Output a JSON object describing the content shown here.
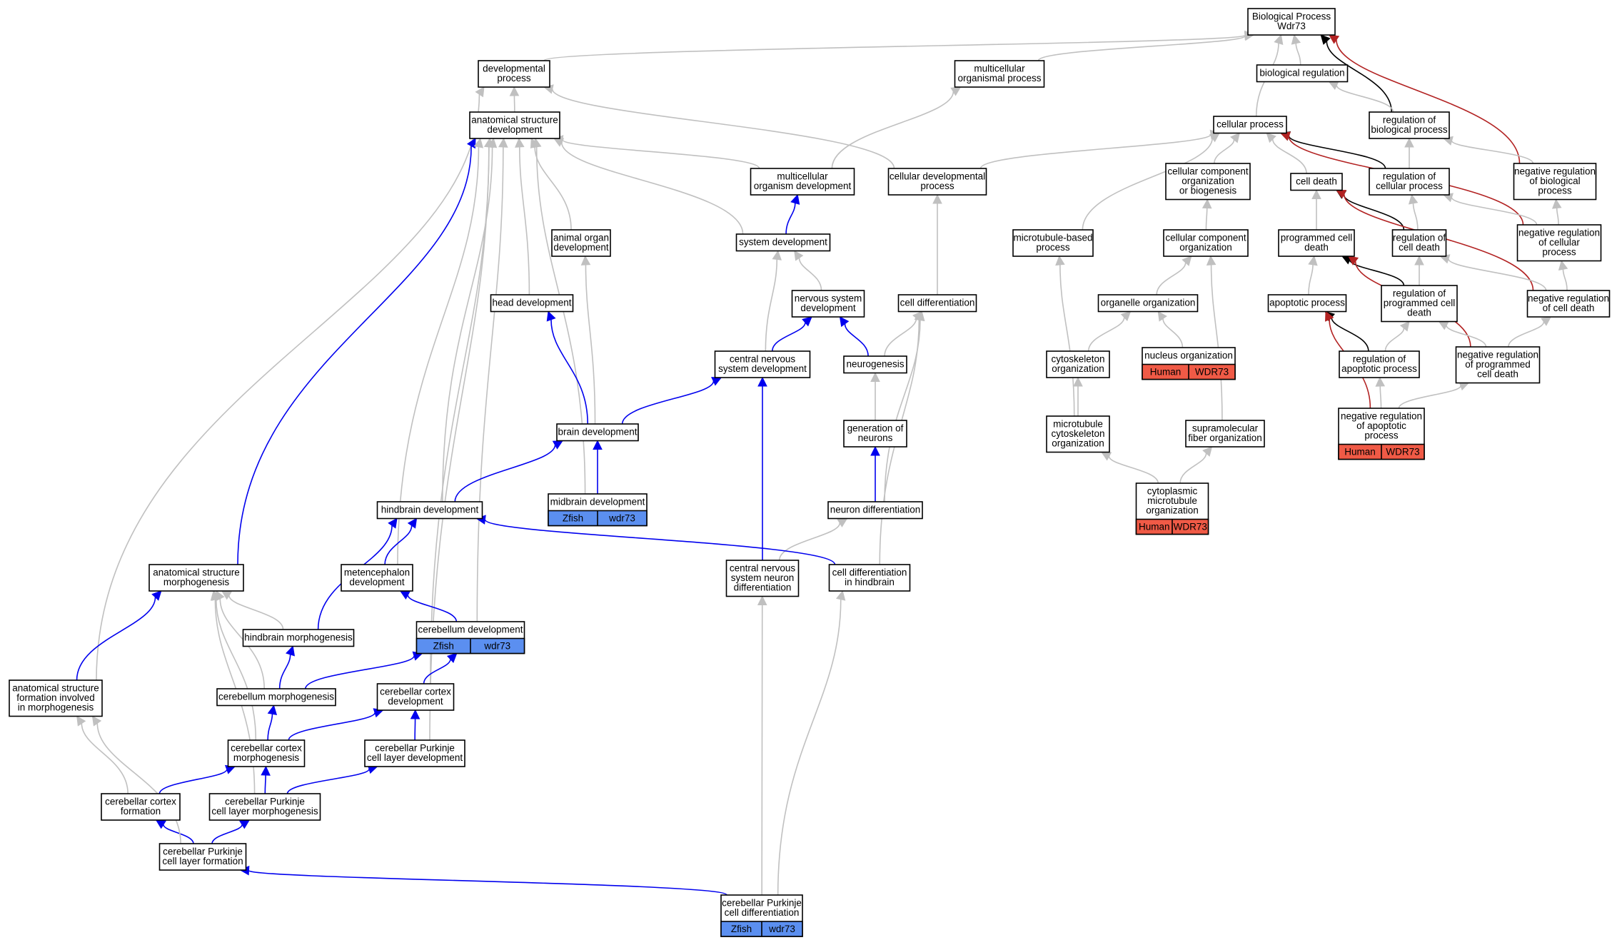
{
  "colors": {
    "is_a": "#c0c0c0",
    "part_of": "#0000ee",
    "regulates": "#000000",
    "negatively_regulates": "#b22222",
    "zfish": "#5b8ff0",
    "human": "#f05a46"
  },
  "nodes": [
    {
      "id": "bp",
      "lines": [
        "Biological Process",
        "Wdr73"
      ]
    },
    {
      "id": "devproc",
      "lines": [
        "developmental",
        "process"
      ]
    },
    {
      "id": "multiorg",
      "lines": [
        "multicellular",
        "organismal process"
      ]
    },
    {
      "id": "bioreg",
      "lines": [
        "biological regulation"
      ]
    },
    {
      "id": "anatdev",
      "lines": [
        "anatomical structure",
        "development"
      ]
    },
    {
      "id": "cellproc",
      "lines": [
        "cellular process"
      ]
    },
    {
      "id": "regbio",
      "lines": [
        "regulation of",
        "biological process"
      ]
    },
    {
      "id": "multidev",
      "lines": [
        "multicellular",
        "organism development"
      ]
    },
    {
      "id": "celldevproc",
      "lines": [
        "cellular developmental",
        "process"
      ]
    },
    {
      "id": "ccob",
      "lines": [
        "cellular component",
        "organization",
        "or biogenesis"
      ]
    },
    {
      "id": "celldeath",
      "lines": [
        "cell death"
      ]
    },
    {
      "id": "regcell",
      "lines": [
        "regulation of",
        "cellular process"
      ]
    },
    {
      "id": "negregbio",
      "lines": [
        "negative regulation",
        "of biological",
        "process"
      ]
    },
    {
      "id": "animorg",
      "lines": [
        "animal organ",
        "development"
      ]
    },
    {
      "id": "sysdev",
      "lines": [
        "system development"
      ]
    },
    {
      "id": "mtproc",
      "lines": [
        "microtubule-based",
        "process"
      ]
    },
    {
      "id": "ccorg",
      "lines": [
        "cellular component",
        "organization"
      ]
    },
    {
      "id": "pcd",
      "lines": [
        "programmed cell",
        "death"
      ]
    },
    {
      "id": "regcd",
      "lines": [
        "regulation of",
        "cell death"
      ]
    },
    {
      "id": "negregcell",
      "lines": [
        "negative regulation",
        "of cellular",
        "process"
      ]
    },
    {
      "id": "headdev",
      "lines": [
        "head development"
      ]
    },
    {
      "id": "nsdev",
      "lines": [
        "nervous system",
        "development"
      ]
    },
    {
      "id": "celldiff",
      "lines": [
        "cell differentiation"
      ]
    },
    {
      "id": "orgorg",
      "lines": [
        "organelle organization"
      ]
    },
    {
      "id": "apop",
      "lines": [
        "apoptotic process"
      ]
    },
    {
      "id": "regpcd",
      "lines": [
        "regulation of",
        "programmed cell",
        "death"
      ]
    },
    {
      "id": "negregcd",
      "lines": [
        "negative regulation",
        "of cell death"
      ]
    },
    {
      "id": "cnsdev",
      "lines": [
        "central nervous",
        "system development"
      ]
    },
    {
      "id": "neurog",
      "lines": [
        "neurogenesis"
      ]
    },
    {
      "id": "cytoorg",
      "lines": [
        "cytoskeleton",
        "organization"
      ]
    },
    {
      "id": "nucorg",
      "lines": [
        "nucleus organization"
      ],
      "ann": [
        "Human",
        "WDR73"
      ],
      "ann_color": "human"
    },
    {
      "id": "regapop",
      "lines": [
        "regulation of",
        "apoptotic process"
      ]
    },
    {
      "id": "negregpcd",
      "lines": [
        "negative regulation",
        "of programmed",
        "cell death"
      ]
    },
    {
      "id": "braindev",
      "lines": [
        "brain development"
      ]
    },
    {
      "id": "genneur",
      "lines": [
        "generation of",
        "neurons"
      ]
    },
    {
      "id": "mtcyto",
      "lines": [
        "microtubule",
        "cytoskeleton",
        "organization"
      ]
    },
    {
      "id": "supfib",
      "lines": [
        "supramolecular",
        "fiber organization"
      ]
    },
    {
      "id": "negregapop",
      "lines": [
        "negative regulation",
        "of apoptotic",
        "process"
      ],
      "ann": [
        "Human",
        "WDR73"
      ],
      "ann_color": "human"
    },
    {
      "id": "hbdev",
      "lines": [
        "hindbrain development"
      ]
    },
    {
      "id": "mbdev",
      "lines": [
        "midbrain development"
      ],
      "ann": [
        "Zfish",
        "wdr73"
      ],
      "ann_color": "zfish"
    },
    {
      "id": "neurdiff",
      "lines": [
        "neuron differentiation"
      ]
    },
    {
      "id": "cytomt",
      "lines": [
        "cytoplasmic",
        "microtubule",
        "organization"
      ],
      "ann": [
        "Human",
        "WDR73"
      ],
      "ann_color": "human"
    },
    {
      "id": "anatmorph",
      "lines": [
        "anatomical structure",
        "morphogenesis"
      ]
    },
    {
      "id": "metdev",
      "lines": [
        "metencephalon",
        "development"
      ]
    },
    {
      "id": "cnsneur",
      "lines": [
        "central nervous",
        "system neuron",
        "differentiation"
      ]
    },
    {
      "id": "celldiffhb",
      "lines": [
        "cell differentiation",
        "in hindbrain"
      ]
    },
    {
      "id": "cbdev",
      "lines": [
        "cerebellum development"
      ],
      "ann": [
        "Zfish",
        "wdr73"
      ],
      "ann_color": "zfish"
    },
    {
      "id": "hbmorph",
      "lines": [
        "hindbrain morphogenesis"
      ]
    },
    {
      "id": "anatform",
      "lines": [
        "anatomical structure",
        "formation involved",
        "in morphogenesis"
      ]
    },
    {
      "id": "cbmorph",
      "lines": [
        "cerebellum morphogenesis"
      ]
    },
    {
      "id": "cbcdev",
      "lines": [
        "cerebellar cortex",
        "development"
      ]
    },
    {
      "id": "cbcmorph",
      "lines": [
        "cerebellar cortex",
        "morphogenesis"
      ]
    },
    {
      "id": "cpldev",
      "lines": [
        "cerebellar Purkinje",
        "cell layer development"
      ]
    },
    {
      "id": "cbcform",
      "lines": [
        "cerebellar cortex",
        "formation"
      ]
    },
    {
      "id": "cplmorph",
      "lines": [
        "cerebellar Purkinje",
        "cell layer morphogenesis"
      ]
    },
    {
      "id": "cplform",
      "lines": [
        "cerebellar Purkinje",
        "cell layer formation"
      ]
    },
    {
      "id": "cpcdiff",
      "lines": [
        "cerebellar Purkinje",
        "cell differentiation"
      ],
      "ann": [
        "Zfish",
        "wdr73"
      ],
      "ann_color": "zfish"
    }
  ],
  "edges": [
    {
      "from": "devproc",
      "to": "bp",
      "rel": "is_a"
    },
    {
      "from": "multiorg",
      "to": "bp",
      "rel": "is_a"
    },
    {
      "from": "bioreg",
      "to": "bp",
      "rel": "is_a"
    },
    {
      "from": "cellproc",
      "to": "bp",
      "rel": "is_a"
    },
    {
      "from": "regbio",
      "to": "bp",
      "rel": "regulates"
    },
    {
      "from": "negregbio",
      "to": "bp",
      "rel": "negatively_regulates"
    },
    {
      "from": "regbio",
      "to": "bioreg",
      "rel": "is_a"
    },
    {
      "from": "anatdev",
      "to": "devproc",
      "rel": "is_a"
    },
    {
      "from": "celldevproc",
      "to": "devproc",
      "rel": "is_a"
    },
    {
      "from": "anatform",
      "to": "devproc",
      "rel": "is_a"
    },
    {
      "from": "multidev",
      "to": "multiorg",
      "rel": "is_a"
    },
    {
      "from": "multidev",
      "to": "anatdev",
      "rel": "is_a"
    },
    {
      "from": "sysdev",
      "to": "multidev",
      "rel": "part_of"
    },
    {
      "from": "sysdev",
      "to": "anatdev",
      "rel": "is_a"
    },
    {
      "from": "animorg",
      "to": "anatdev",
      "rel": "is_a"
    },
    {
      "from": "headdev",
      "to": "anatdev",
      "rel": "is_a"
    },
    {
      "from": "anatmorph",
      "to": "anatdev",
      "rel": "part_of"
    },
    {
      "from": "hbdev",
      "to": "anatdev",
      "rel": "is_a"
    },
    {
      "from": "metdev",
      "to": "anatdev",
      "rel": "is_a"
    },
    {
      "from": "mbdev",
      "to": "anatdev",
      "rel": "is_a"
    },
    {
      "from": "cbdev",
      "to": "anatdev",
      "rel": "is_a"
    },
    {
      "from": "cbcdev",
      "to": "anatdev",
      "rel": "is_a"
    },
    {
      "from": "cpldev",
      "to": "anatdev",
      "rel": "is_a"
    },
    {
      "from": "celldevproc",
      "to": "cellproc",
      "rel": "is_a"
    },
    {
      "from": "ccob",
      "to": "cellproc",
      "rel": "is_a"
    },
    {
      "from": "celldeath",
      "to": "cellproc",
      "rel": "is_a"
    },
    {
      "from": "regcell",
      "to": "cellproc",
      "rel": "regulates"
    },
    {
      "from": "mtproc",
      "to": "cellproc",
      "rel": "is_a"
    },
    {
      "from": "negregcell",
      "to": "cellproc",
      "rel": "negatively_regulates"
    },
    {
      "from": "regcell",
      "to": "regbio",
      "rel": "is_a"
    },
    {
      "from": "negregbio",
      "to": "regbio",
      "rel": "is_a"
    },
    {
      "from": "negregcell",
      "to": "regcell",
      "rel": "is_a"
    },
    {
      "from": "negregcell",
      "to": "negregbio",
      "rel": "is_a"
    },
    {
      "from": "regcd",
      "to": "regcell",
      "rel": "is_a"
    },
    {
      "from": "ccorg",
      "to": "ccob",
      "rel": "is_a"
    },
    {
      "from": "pcd",
      "to": "celldeath",
      "rel": "is_a"
    },
    {
      "from": "regcd",
      "to": "celldeath",
      "rel": "regulates"
    },
    {
      "from": "negregcd",
      "to": "celldeath",
      "rel": "negatively_regulates"
    },
    {
      "from": "negregcd",
      "to": "regcd",
      "rel": "is_a"
    },
    {
      "from": "negregcd",
      "to": "negregcell",
      "rel": "is_a"
    },
    {
      "from": "regpcd",
      "to": "regcd",
      "rel": "is_a"
    },
    {
      "from": "regpcd",
      "to": "pcd",
      "rel": "regulates"
    },
    {
      "from": "negregpcd",
      "to": "pcd",
      "rel": "negatively_regulates"
    },
    {
      "from": "negregpcd",
      "to": "regpcd",
      "rel": "is_a"
    },
    {
      "from": "negregpcd",
      "to": "negregcd",
      "rel": "is_a"
    },
    {
      "from": "apop",
      "to": "pcd",
      "rel": "is_a"
    },
    {
      "from": "regapop",
      "to": "apop",
      "rel": "regulates"
    },
    {
      "from": "regapop",
      "to": "regpcd",
      "rel": "is_a"
    },
    {
      "from": "negregapop",
      "to": "apop",
      "rel": "negatively_regulates"
    },
    {
      "from": "negregapop",
      "to": "regapop",
      "rel": "is_a"
    },
    {
      "from": "negregapop",
      "to": "negregpcd",
      "rel": "is_a"
    },
    {
      "from": "orgorg",
      "to": "ccorg",
      "rel": "is_a"
    },
    {
      "from": "supfib",
      "to": "ccorg",
      "rel": "is_a"
    },
    {
      "from": "cytoorg",
      "to": "orgorg",
      "rel": "is_a"
    },
    {
      "from": "nucorg",
      "to": "orgorg",
      "rel": "is_a"
    },
    {
      "from": "mtcyto",
      "to": "cytoorg",
      "rel": "is_a"
    },
    {
      "from": "mtcyto",
      "to": "mtproc",
      "rel": "is_a"
    },
    {
      "from": "cytomt",
      "to": "mtcyto",
      "rel": "is_a"
    },
    {
      "from": "cytomt",
      "to": "supfib",
      "rel": "is_a"
    },
    {
      "from": "nsdev",
      "to": "sysdev",
      "rel": "is_a"
    },
    {
      "from": "cnsdev",
      "to": "nsdev",
      "rel": "part_of"
    },
    {
      "from": "cnsdev",
      "to": "sysdev",
      "rel": "is_a"
    },
    {
      "from": "neurog",
      "to": "nsdev",
      "rel": "part_of"
    },
    {
      "from": "neurog",
      "to": "celldiff",
      "rel": "is_a"
    },
    {
      "from": "celldiff",
      "to": "celldevproc",
      "rel": "is_a"
    },
    {
      "from": "genneur",
      "to": "neurog",
      "rel": "is_a"
    },
    {
      "from": "neurdiff",
      "to": "genneur",
      "rel": "part_of"
    },
    {
      "from": "neurdiff",
      "to": "celldiff",
      "rel": "is_a"
    },
    {
      "from": "braindev",
      "to": "headdev",
      "rel": "part_of"
    },
    {
      "from": "braindev",
      "to": "animorg",
      "rel": "is_a"
    },
    {
      "from": "braindev",
      "to": "cnsdev",
      "rel": "part_of"
    },
    {
      "from": "hbdev",
      "to": "braindev",
      "rel": "part_of"
    },
    {
      "from": "mbdev",
      "to": "braindev",
      "rel": "part_of"
    },
    {
      "from": "cnsneur",
      "to": "cnsdev",
      "rel": "part_of"
    },
    {
      "from": "cnsneur",
      "to": "neurdiff",
      "rel": "is_a"
    },
    {
      "from": "celldiffhb",
      "to": "hbdev",
      "rel": "part_of"
    },
    {
      "from": "celldiffhb",
      "to": "celldiff",
      "rel": "is_a"
    },
    {
      "from": "metdev",
      "to": "hbdev",
      "rel": "part_of"
    },
    {
      "from": "cbdev",
      "to": "metdev",
      "rel": "part_of"
    },
    {
      "from": "hbmorph",
      "to": "hbdev",
      "rel": "part_of"
    },
    {
      "from": "hbmorph",
      "to": "anatmorph",
      "rel": "is_a"
    },
    {
      "from": "anatform",
      "to": "anatmorph",
      "rel": "part_of"
    },
    {
      "from": "cbmorph",
      "to": "hbmorph",
      "rel": "part_of"
    },
    {
      "from": "cbmorph",
      "to": "cbdev",
      "rel": "part_of"
    },
    {
      "from": "cbmorph",
      "to": "anatmorph",
      "rel": "is_a"
    },
    {
      "from": "cbcdev",
      "to": "cbdev",
      "rel": "part_of"
    },
    {
      "from": "cbcmorph",
      "to": "cbmorph",
      "rel": "part_of"
    },
    {
      "from": "cbcmorph",
      "to": "cbcdev",
      "rel": "part_of"
    },
    {
      "from": "cbcmorph",
      "to": "anatmorph",
      "rel": "is_a"
    },
    {
      "from": "cpldev",
      "to": "cbcdev",
      "rel": "part_of"
    },
    {
      "from": "cbcform",
      "to": "cbcmorph",
      "rel": "part_of"
    },
    {
      "from": "cbcform",
      "to": "anatform",
      "rel": "is_a"
    },
    {
      "from": "cplmorph",
      "to": "cbcmorph",
      "rel": "part_of"
    },
    {
      "from": "cplmorph",
      "to": "cpldev",
      "rel": "part_of"
    },
    {
      "from": "cplmorph",
      "to": "anatmorph",
      "rel": "is_a"
    },
    {
      "from": "cplform",
      "to": "cbcform",
      "rel": "part_of"
    },
    {
      "from": "cplform",
      "to": "cplmorph",
      "rel": "part_of"
    },
    {
      "from": "cplform",
      "to": "anatform",
      "rel": "is_a"
    },
    {
      "from": "cpcdiff",
      "to": "cplform",
      "rel": "part_of"
    },
    {
      "from": "cpcdiff",
      "to": "cnsneur",
      "rel": "is_a"
    },
    {
      "from": "cpcdiff",
      "to": "celldiffhb",
      "rel": "is_a"
    }
  ]
}
